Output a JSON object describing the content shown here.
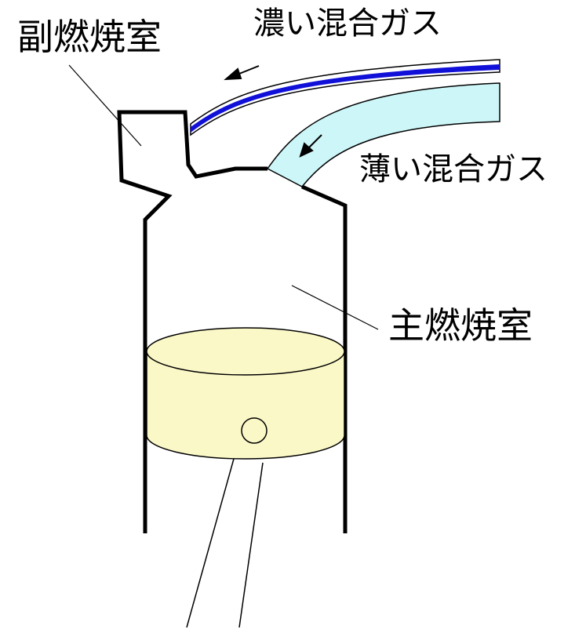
{
  "labels": {
    "pre_chamber": "副燃焼室",
    "rich_mixture": "濃い混合ガス",
    "lean_mixture": "薄い混合ガス",
    "main_chamber": "主燃焼室"
  },
  "colors": {
    "rich_tube": "#1010d8",
    "lean_tube": "#cdf6f8",
    "piston": "#fbf8c8",
    "stroke": "#000000",
    "background": "#ffffff"
  }
}
